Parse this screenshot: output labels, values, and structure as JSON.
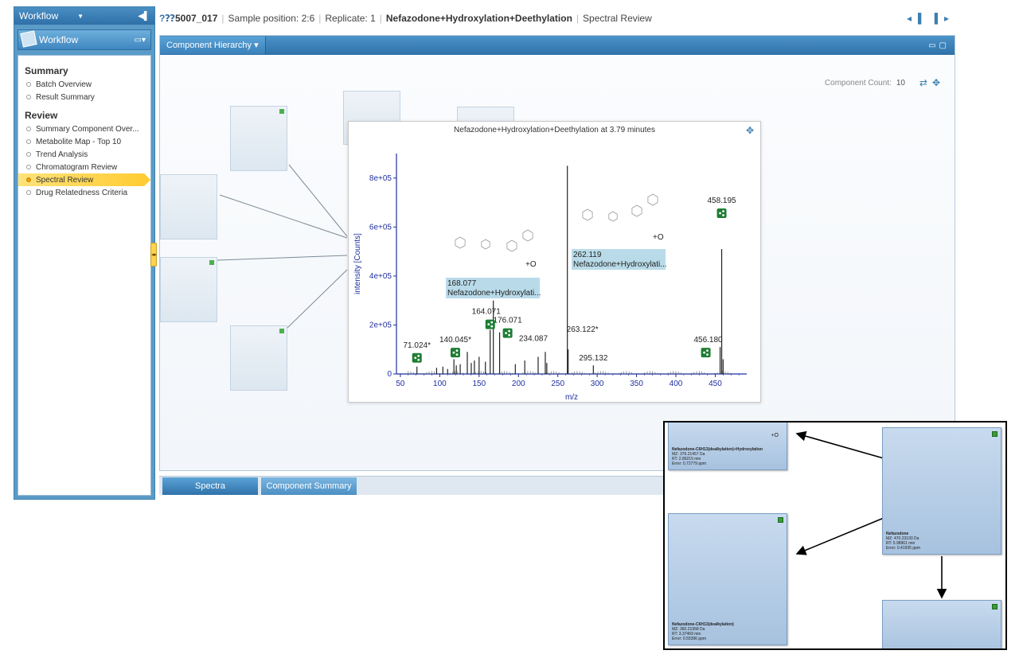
{
  "left_panel": {
    "topbar_label": "Workflow",
    "head_label": "Workflow",
    "sections": [
      {
        "title": "Summary",
        "items": [
          {
            "label": "Batch Overview",
            "active": false
          },
          {
            "label": "Result Summary",
            "active": false
          }
        ]
      },
      {
        "title": "Review",
        "items": [
          {
            "label": "Summary Component Over...",
            "active": false
          },
          {
            "label": "Metabolite Map - Top 10",
            "active": false
          },
          {
            "label": "Trend Analysis",
            "active": false
          },
          {
            "label": "Chromatogram Review",
            "active": false
          },
          {
            "label": "Spectral Review",
            "active": true
          },
          {
            "label": "Drug Relatedness Criteria",
            "active": false
          }
        ]
      }
    ]
  },
  "header": {
    "sample_id": "5007_017",
    "sample_position": "Sample position: 2:6",
    "replicate": "Replicate: 1",
    "component": "Nefazodone+Hydroxylation+Deethylation",
    "view": "Spectral Review"
  },
  "main": {
    "tab_label": "Component Hierarchy",
    "component_count_label": "Component Count:",
    "component_count": "10"
  },
  "bottom_tabs": {
    "spectra": "Spectra",
    "component_summary": "Component Summary"
  },
  "chart_data": {
    "type": "bar",
    "title": "Nefazodone+Hydroxylation+Deethylation at 3.79 minutes",
    "xlabel": "m/z",
    "ylabel": "intensity [Counts]",
    "xlim": [
      45,
      490
    ],
    "ylim": [
      0,
      900000
    ],
    "xticks": [
      50,
      100,
      150,
      200,
      250,
      300,
      350,
      400,
      450
    ],
    "yticks": [
      {
        "value": 0,
        "label": "0"
      },
      {
        "value": 200000,
        "label": "2e+05"
      },
      {
        "value": 400000,
        "label": "4e+05"
      },
      {
        "value": 600000,
        "label": "6e+05"
      },
      {
        "value": 800000,
        "label": "8e+05"
      }
    ],
    "peaks": [
      {
        "mz": 71.024,
        "intensity": 30000,
        "label": "71.024*"
      },
      {
        "mz": 96,
        "intensity": 25000
      },
      {
        "mz": 104,
        "intensity": 30000
      },
      {
        "mz": 110,
        "intensity": 20000
      },
      {
        "mz": 118,
        "intensity": 60000
      },
      {
        "mz": 121,
        "intensity": 35000
      },
      {
        "mz": 126,
        "intensity": 40000
      },
      {
        "mz": 135,
        "intensity": 90000
      },
      {
        "mz": 140.045,
        "intensity": 45000,
        "label": "140.045*"
      },
      {
        "mz": 144,
        "intensity": 55000
      },
      {
        "mz": 150,
        "intensity": 70000
      },
      {
        "mz": 158,
        "intensity": 50000
      },
      {
        "mz": 164.071,
        "intensity": 180000,
        "label": "164.071"
      },
      {
        "mz": 168.077,
        "intensity": 300000,
        "label": "168.077"
      },
      {
        "mz": 176.071,
        "intensity": 170000,
        "label": "176.071"
      },
      {
        "mz": 196,
        "intensity": 40000
      },
      {
        "mz": 208,
        "intensity": 55000
      },
      {
        "mz": 225,
        "intensity": 70000
      },
      {
        "mz": 234.087,
        "intensity": 90000,
        "label": "234.087"
      },
      {
        "mz": 236,
        "intensity": 45000
      },
      {
        "mz": 262.119,
        "intensity": 850000,
        "label": "262.119"
      },
      {
        "mz": 263.122,
        "intensity": 100000,
        "label": "263.122*"
      },
      {
        "mz": 295.132,
        "intensity": 35000,
        "label": "295.132"
      },
      {
        "mz": 456.18,
        "intensity": 110000,
        "label": "456.180"
      },
      {
        "mz": 458.195,
        "intensity": 510000,
        "label": "458.195"
      },
      {
        "mz": 460,
        "intensity": 60000
      }
    ],
    "annotations": [
      {
        "text": "168.077",
        "line2": "Nefazodone+Hydroxylati..."
      },
      {
        "text": "262.119",
        "line2": "Nefazodone+Hydroxylati..."
      }
    ],
    "plus_o_labels": [
      "+O",
      "+O"
    ]
  },
  "inset": {
    "nodes": [
      {
        "name": "Nefazodone-C6H13(dealkylation)+Hydroxylation",
        "mz": "MZ: 376.21457 Da",
        "rt": "RT: 2.89215 min",
        "error": "Error: 0.72779 ppm",
        "plus": "+O"
      },
      {
        "name": "Nefazodone",
        "mz": "MZ: 470.23193 Da",
        "rt": "RT: 5.98961 min",
        "error": "Error: 0.41935 ppm"
      },
      {
        "name": "Nefazodone-C6H13(dealkylation)",
        "mz": "MZ: 360.21958 Da",
        "rt": "RT: 3.37469 min",
        "error": "Error: 0.55396 ppm"
      }
    ]
  },
  "colors": {
    "accent": "#2f72aa",
    "active_item": "#ffcc33",
    "spectrum_axis": "#1f2fa0",
    "share_icon": "#1e7e34",
    "label_highlight": "#b9dbe9"
  }
}
